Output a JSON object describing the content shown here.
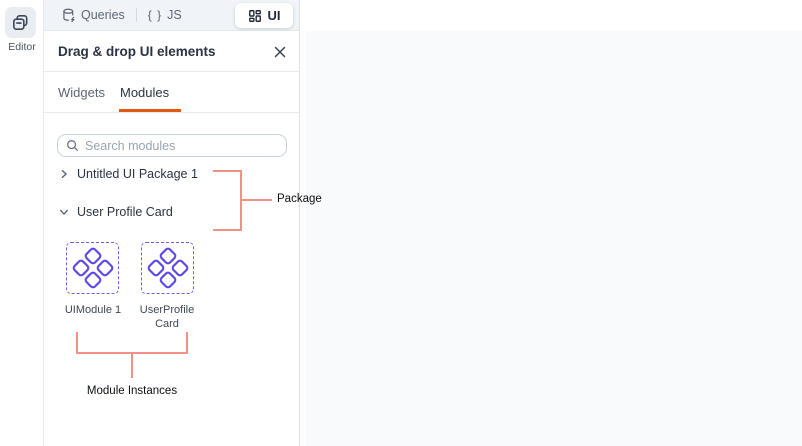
{
  "sidebar": {
    "editor_label": "Editor"
  },
  "top_tabs": {
    "queries_label": "Queries",
    "js_braces": "{ }",
    "js_label": "JS",
    "ui_label": "UI"
  },
  "panel": {
    "title": "Drag & drop UI elements",
    "tabs": [
      {
        "label": "Widgets",
        "active": false
      },
      {
        "label": "Modules",
        "active": true
      }
    ],
    "search": {
      "placeholder": "Search modules"
    },
    "tree": [
      {
        "label": "Untitled UI Package 1",
        "expanded": false
      },
      {
        "label": "User Profile Card",
        "expanded": true
      }
    ],
    "modules": [
      {
        "name": "UIModule 1"
      },
      {
        "name": "UserProfileCard"
      }
    ]
  },
  "annotations": {
    "package_label": "Package",
    "module_instances_label": "Module Instances"
  },
  "colors": {
    "accent_orange": "#E0590F",
    "module_purple": "#5D49E6",
    "annotation_salmon": "#F19084"
  }
}
